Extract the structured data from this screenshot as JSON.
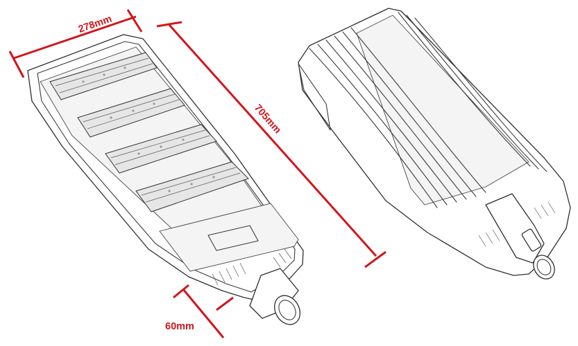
{
  "dimensions": {
    "width": "278mm",
    "length": "705mm",
    "height": "60mm"
  },
  "colors": {
    "dimension_line": "#d3141c",
    "outline": "#2e2e2e",
    "background": "#ffffff"
  },
  "views": {
    "front": "LED street light housing, underside with 4 LED modules",
    "back": "LED street light housing, top with heat-sink fins"
  }
}
